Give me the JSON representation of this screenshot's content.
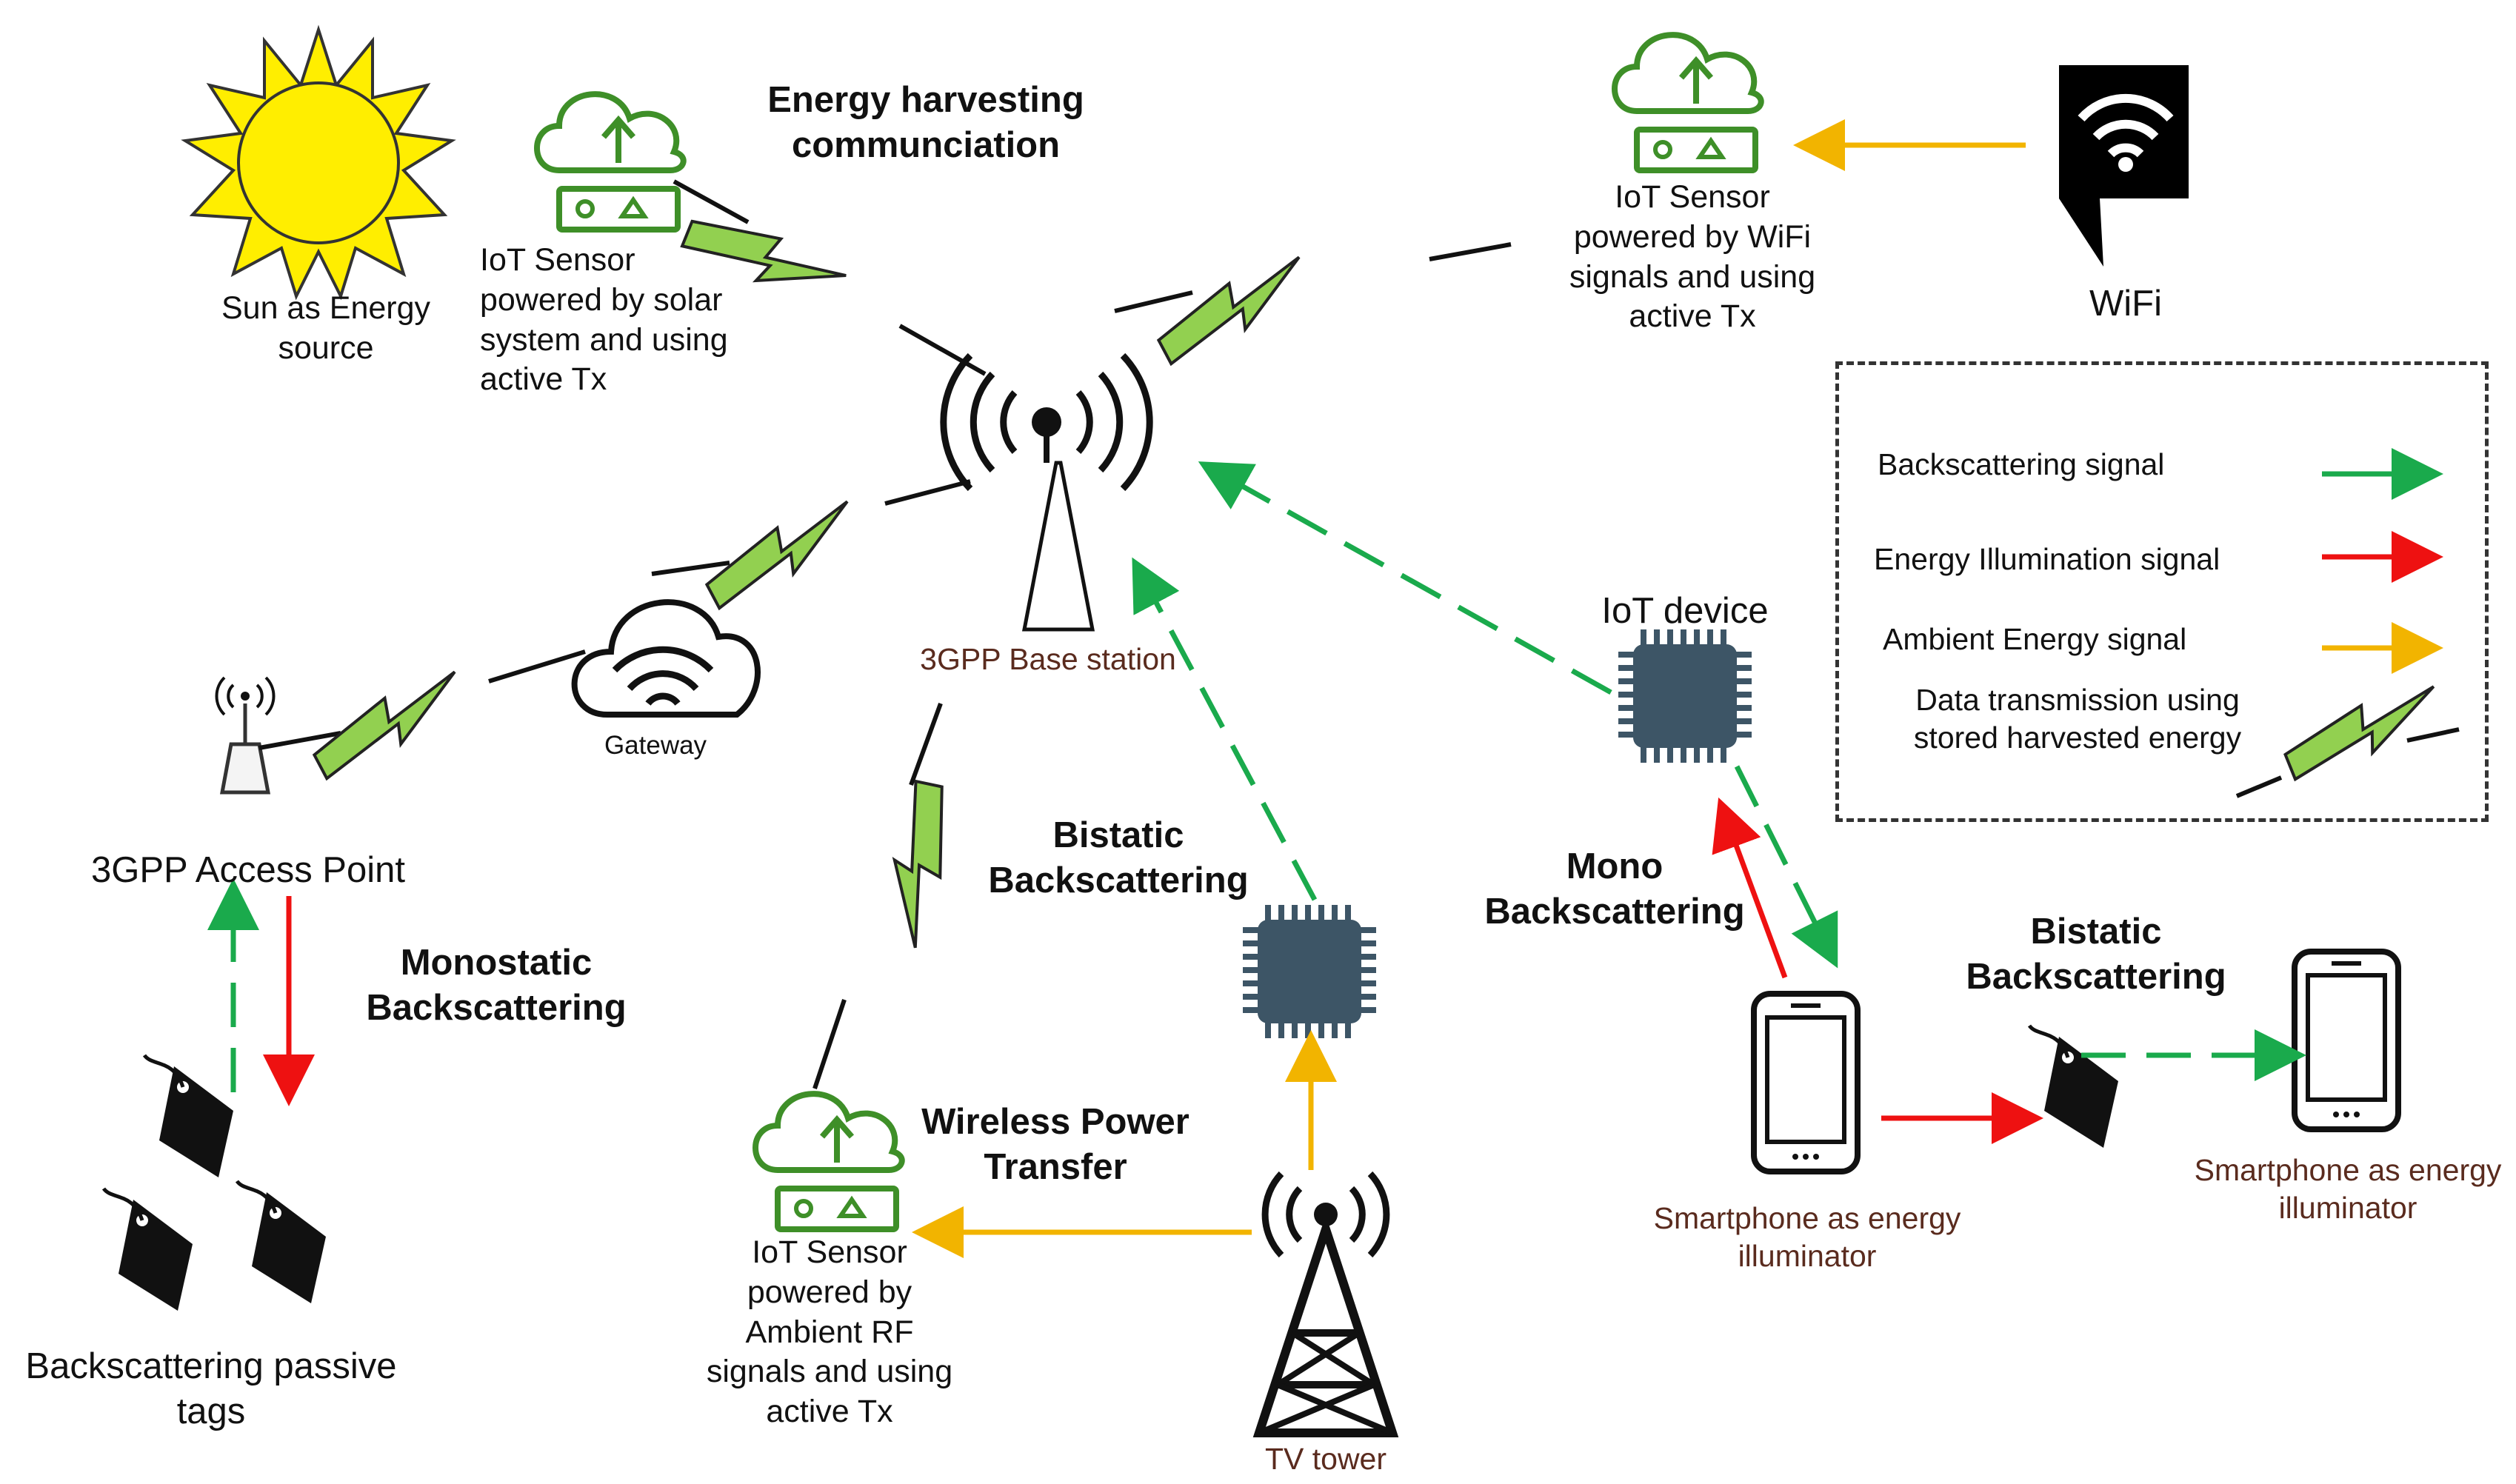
{
  "titles": {
    "energy_harvesting": "Energy harvesting\ncommunciation",
    "monostatic": "Monostatic\nBackscattering",
    "bistatic_center": "Bistatic\nBackscattering",
    "mono": "Mono\nBackscattering",
    "bistatic_right": "Bistatic\nBackscattering",
    "wpt": "Wireless Power\nTransfer"
  },
  "labels": {
    "sun": "Sun as Energy\nsource",
    "iot_solar": "IoT Sensor\npowered by solar\nsystem and using\nactive Tx",
    "iot_wifi": "IoT Sensor\npowered by WiFi\nsignals and using\nactive Tx",
    "wifi": "WiFi",
    "base_station": "3GPP Base station",
    "gateway": "Gateway",
    "access_point": "3GPP Access Point",
    "tags": "Backscattering passive\ntags",
    "iot_rf": "IoT Sensor\npowered by\nAmbient RF\nsignals and using\nactive Tx",
    "tv_tower": "TV tower",
    "iot_device": "IoT device",
    "phone_left": "Smartphone as energy\nilluminator",
    "phone_right": "Smartphone as energy\nilluminator"
  },
  "legend": {
    "items": [
      {
        "label": "Backscattering signal",
        "color": "#1aaa4c"
      },
      {
        "label": "Energy Illumination signal",
        "color": "#ee1111"
      },
      {
        "label": "Ambient Energy signal",
        "color": "#f2b400"
      },
      {
        "label": "Data transmission using\nstored harvested energy",
        "color": "#92d050"
      }
    ]
  },
  "colors": {
    "backscatter": "#1aaa4c",
    "illumination": "#ee1111",
    "ambient": "#f2b400",
    "harvest_bolt": "#92d050",
    "sensor_green": "#3e8f28",
    "chip": "#3d5566",
    "label_brown": "#5a2b1e"
  }
}
